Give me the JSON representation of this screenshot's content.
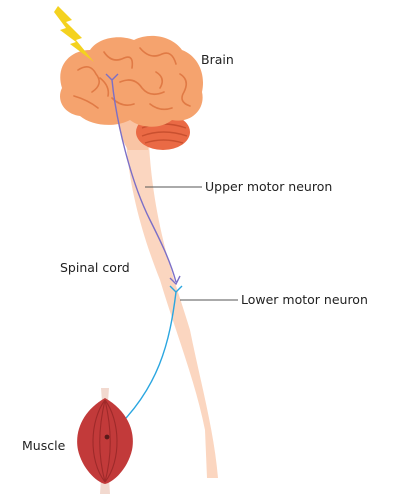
{
  "labels": {
    "brain": "Brain",
    "upper_motor_neuron": "Upper motor neuron",
    "spinal_cord": "Spinal cord",
    "lower_motor_neuron": "Lower motor neuron",
    "muscle": "Muscle"
  },
  "colors": {
    "brain": "#f5a36e",
    "brain_folds": "#e07a45",
    "cerebellum": "#ea6a45",
    "spinal_cord": "#fbd6c0",
    "upper_neuron": "#7b6fc7",
    "lower_neuron": "#2aa6e0",
    "muscle": "#c23a3a",
    "tendon": "#f2d9cf",
    "lightning": "#f4d21f",
    "leader_line": "#555555"
  },
  "icons": {
    "signal": "lightning-bolt-icon"
  }
}
